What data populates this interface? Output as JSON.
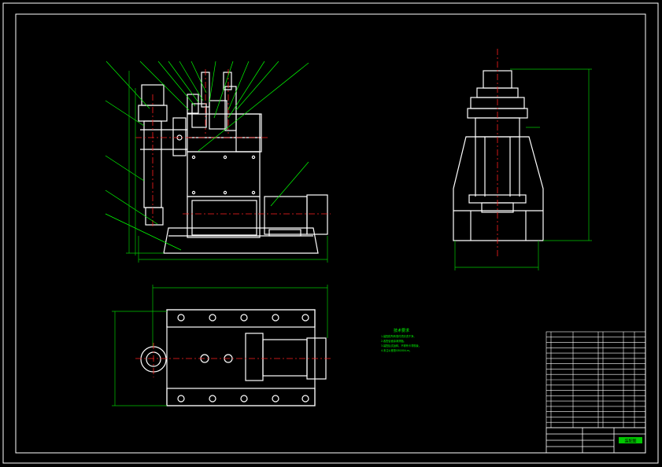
{
  "drawing": {
    "colors": {
      "background": "#000000",
      "outline": "#ffffff",
      "center_line": "#ff2020",
      "dimension": "#00c800",
      "note_text": "#00ff00",
      "callout": "#00ff00"
    },
    "technical_notes": {
      "heading": "技术要求",
      "lines": [
        "1.装配前所有零件须清洗干净，",
        "2.各配合面涂润滑脂。",
        "3.装配后试运转，不得有卡滞现象，",
        "4.未注公差按GB1804-m。"
      ]
    },
    "title_block": {
      "title_text": "装配图"
    }
  }
}
